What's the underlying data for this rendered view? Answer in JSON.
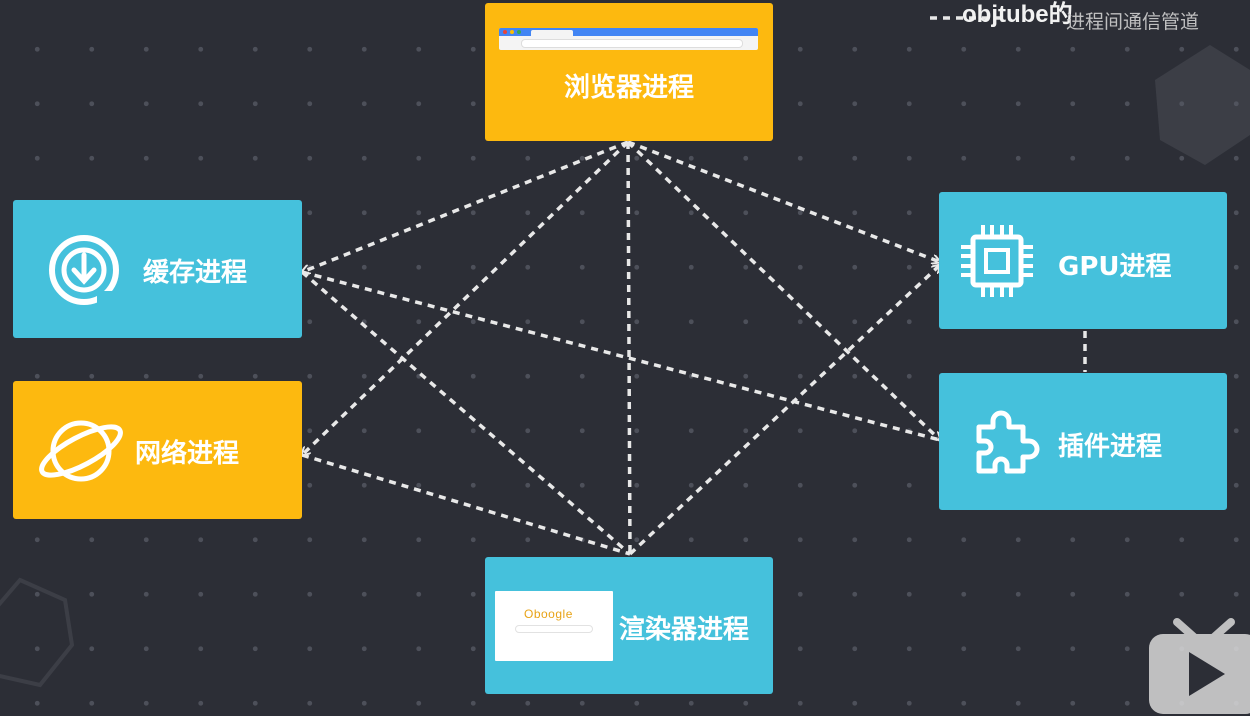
{
  "nodes": {
    "browser": {
      "label": "浏览器进程",
      "color": "#fdb90f"
    },
    "cache": {
      "label": "缓存进程",
      "color": "#45c1dc"
    },
    "network": {
      "label": "网络进程",
      "color": "#fdb90f"
    },
    "gpu": {
      "label": "GPU进程",
      "color": "#45c1dc"
    },
    "plugin": {
      "label": "插件进程",
      "color": "#45c1dc"
    },
    "renderer": {
      "label": "渲染器进程",
      "color": "#45c1dc"
    }
  },
  "renderer_card": {
    "logo": "Oboogle"
  },
  "watermark": {
    "text": "objtube的",
    "subtitle": "进程间通信管道"
  },
  "colors": {
    "background": "#2c2e36",
    "line": "#e8e8e8"
  }
}
